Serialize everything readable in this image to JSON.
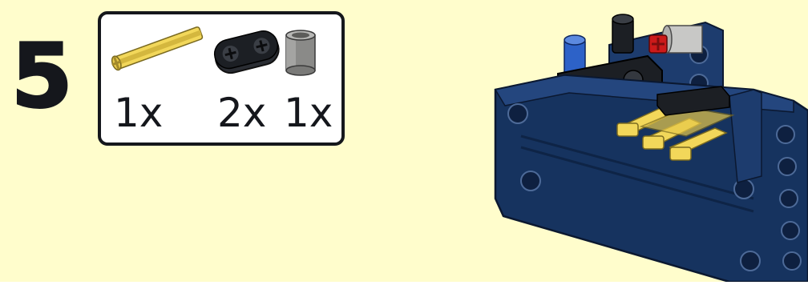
{
  "step": {
    "number": "5"
  },
  "parts_list": {
    "items": [
      {
        "icon": "yellow-axle-icon",
        "quantity": "1x",
        "color": "#f2d75a"
      },
      {
        "icon": "black-double-pin-connector-icon",
        "quantity": "2x",
        "color": "#1c1f24"
      },
      {
        "icon": "gray-bush-icon",
        "quantity": "1x",
        "color": "#8a8a88"
      }
    ]
  },
  "assembly": {
    "icon": "assembled-model-illustration",
    "colors": {
      "frame": "#16335f",
      "axle": "#f2d75a",
      "pin_blue": "#2d62c8",
      "pin_black": "#1c1f24",
      "pin_red": "#cc1a1a",
      "bush_gray": "#c8c8c6"
    }
  },
  "colors": {
    "background": "#fffdcc",
    "outline": "#15171c"
  }
}
